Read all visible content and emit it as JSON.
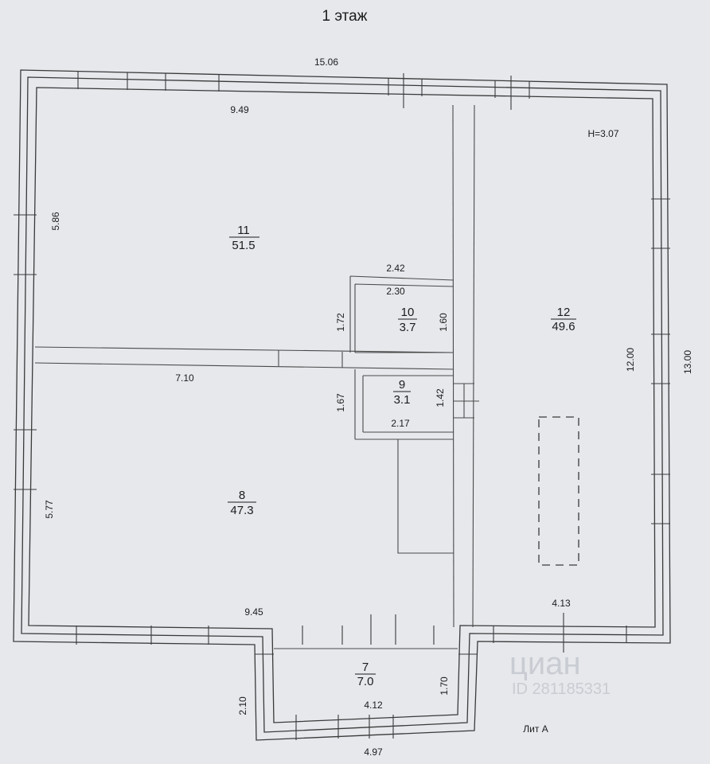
{
  "title": "1 этаж",
  "height_label": "Н=3.07",
  "lit_label": "Лит А",
  "watermark": {
    "brand": "циан",
    "id": "ID 281185331"
  },
  "dimensions": {
    "top_total": "15.06",
    "room11_top": "9.49",
    "room11_side": "5.86",
    "room8_side": "5.77",
    "corridor": "7.10",
    "room8_bottom": "9.45",
    "room10_top_outer": "2.42",
    "room10_top_inner": "2.30",
    "room10_left": "1.72",
    "room10_right": "1.60",
    "room9_left": "1.67",
    "room9_right": "1.42",
    "room9_bottom": "2.17",
    "room12_inner": "12.00",
    "right_total": "13.00",
    "room12_bottom": "4.13",
    "porch_left": "2.10",
    "porch_right": "1.70",
    "porch_inner": "4.12",
    "porch_outer": "4.97"
  },
  "rooms": [
    {
      "number": "11",
      "area": "51.5"
    },
    {
      "number": "10",
      "area": "3.7"
    },
    {
      "number": "12",
      "area": "49.6"
    },
    {
      "number": "9",
      "area": "3.1"
    },
    {
      "number": "8",
      "area": "47.3"
    },
    {
      "number": "7",
      "area": "7.0"
    }
  ]
}
